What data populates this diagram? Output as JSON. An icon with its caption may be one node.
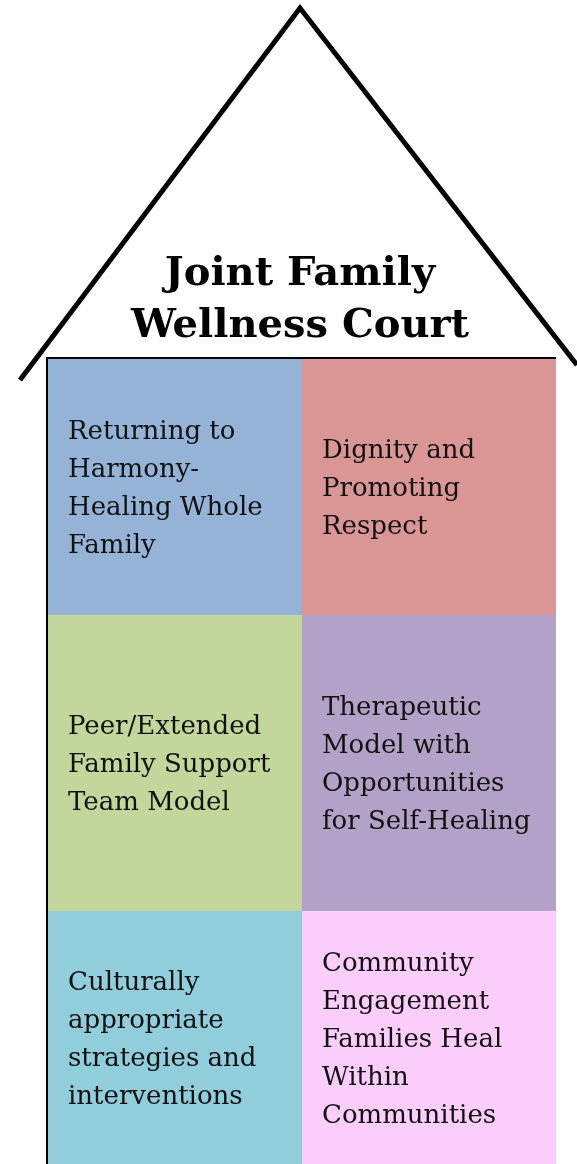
{
  "diagram": {
    "nodes": [
      {
        "text": [
          "Joint Family Wellness Court"
        ]
      },
      {
        "text": [
          "Returning to Harmony-Healing Whole Family"
        ],
        "in": 0
      },
      {
        "text": [
          "Dignity and Promoting Respect"
        ],
        "in": 0
      },
      {
        "text": [
          "Peer/Extended Family Support Team Model"
        ],
        "in": 0
      },
      {
        "text": [
          "Therapeutic Model with Opportunities for Self-Healing"
        ],
        "in": 0
      },
      {
        "text": [
          "Culturally appropriate strategies and interventions"
        ],
        "in": 0
      },
      {
        "text": [
          "Community Engagement Families Heal Within Communities"
        ],
        "in": 0
      }
    ]
  }
}
